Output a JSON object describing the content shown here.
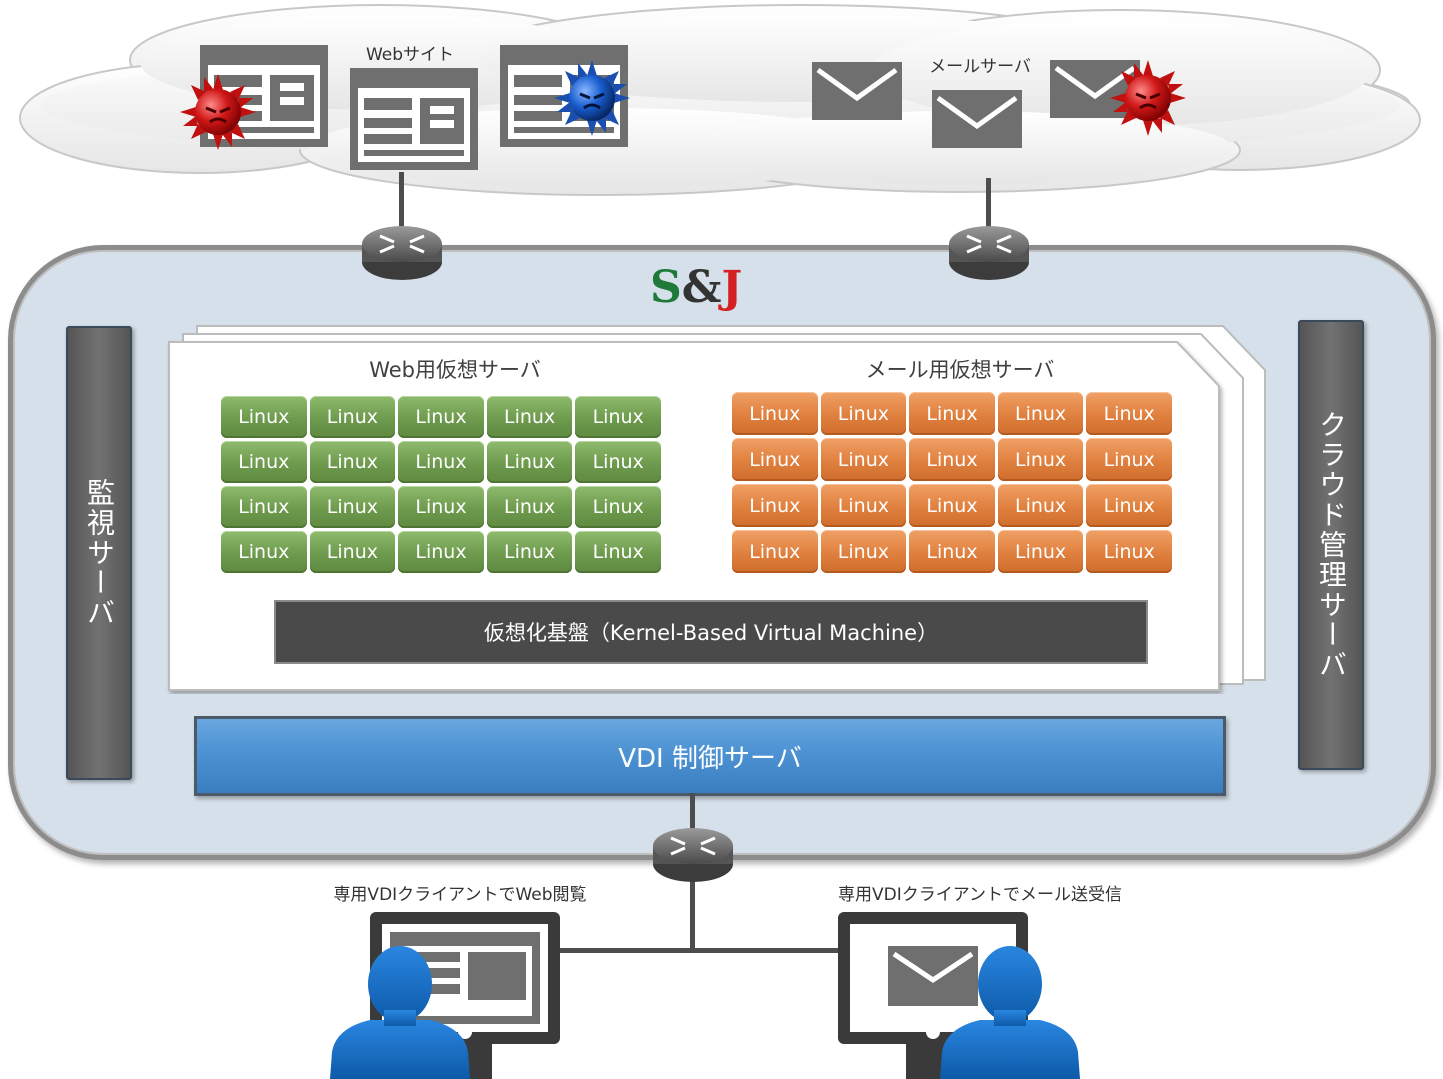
{
  "cloud": {
    "website_label": "Webサイト",
    "mailserver_label": "メールサーバ"
  },
  "platform": {
    "logo": {
      "s": "S",
      "amp": "&",
      "j": "J"
    },
    "web_vm_title": "Web用仮想サーバ",
    "mail_vm_title": "メール用仮想サーバ",
    "web_vm_cells": [
      [
        "Linux",
        "Linux",
        "Linux",
        "Linux",
        "Linux"
      ],
      [
        "Linux",
        "Linux",
        "Linux",
        "Linux",
        "Linux"
      ],
      [
        "Linux",
        "Linux",
        "Linux",
        "Linux",
        "Linux"
      ],
      [
        "Linux",
        "Linux",
        "Linux",
        "Linux",
        "Linux"
      ]
    ],
    "mail_vm_cells": [
      [
        "Linux",
        "Linux",
        "Linux",
        "Linux",
        "Linux"
      ],
      [
        "Linux",
        "Linux",
        "Linux",
        "Linux",
        "Linux"
      ],
      [
        "Linux",
        "Linux",
        "Linux",
        "Linux",
        "Linux"
      ],
      [
        "Linux",
        "Linux",
        "Linux",
        "Linux",
        "Linux"
      ]
    ],
    "kvm_label": "仮想化基盤（Kernel-Based Virtual Machine）",
    "vdi_label": "VDI 制御サーバ",
    "monitor_label": "監視サーバ",
    "cloud_mgmt_label": "クラウド管理サーバ"
  },
  "clients": {
    "web_label": "専用VDIクライアントでWeb閲覧",
    "mail_label": "専用VDIクライアントでメール送受信"
  },
  "colors": {
    "cloud_fill": "#f2f2f2",
    "platform_fill": "#d6e0ea",
    "vm_green": "#6d9a4d",
    "vm_orange": "#e0803e",
    "vdi_blue": "#4f94d4",
    "kvm_gray": "#4a4a4a",
    "user_blue": "#1a6fc6",
    "virus_red": "#d01818",
    "virus_blue": "#1a5fd0"
  }
}
